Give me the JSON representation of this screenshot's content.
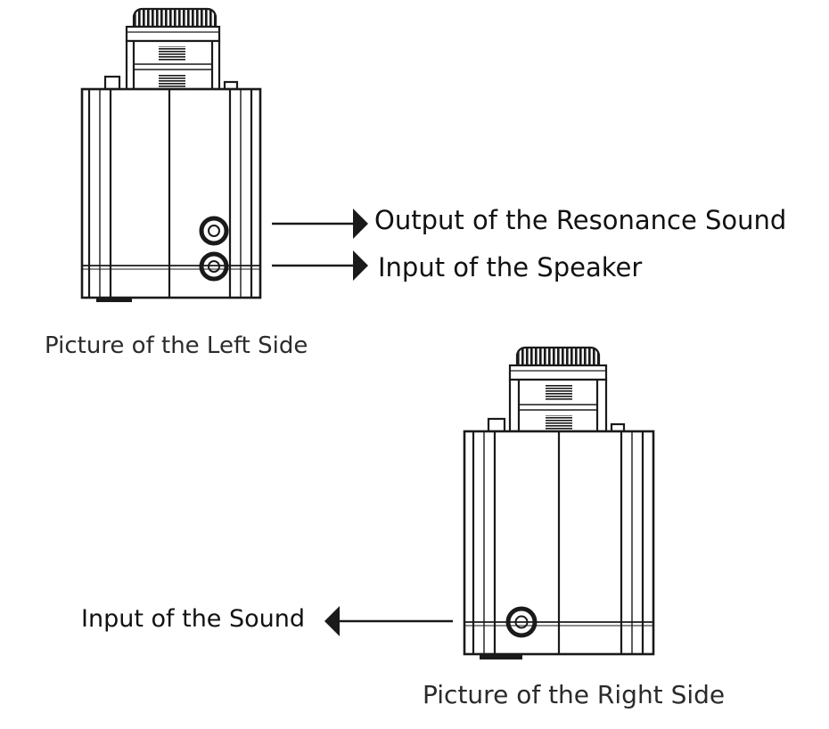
{
  "labels": {
    "output_resonance": "Output of the Resonance Sound",
    "input_speaker": "Input of the Speaker",
    "input_sound": "Input of the Sound"
  },
  "captions": {
    "left_side": "Picture of the Left Side",
    "right_side": "Picture of the Right Side"
  },
  "colors": {
    "ink": "#1a1a1a",
    "background": "#ffffff"
  }
}
